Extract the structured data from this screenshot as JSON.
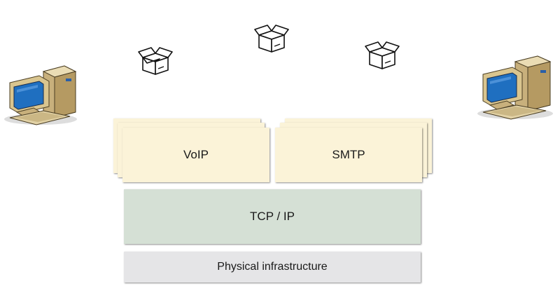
{
  "stack": {
    "application_layers": [
      {
        "id": "voip",
        "label": "VoIP"
      },
      {
        "id": "smtp",
        "label": "SMTP"
      }
    ],
    "transport_layer": {
      "label": "TCP / IP"
    },
    "physical_layer": {
      "label": "Physical infrastructure"
    }
  },
  "colors": {
    "application": "#fbf3d8",
    "transport": "#d5e0d5",
    "physical": "#e5e5e7",
    "monitor_screen": "#1f6fc0",
    "computer_body": "#dcc89a"
  },
  "icons": {
    "left_computer": "desktop-computer-icon",
    "right_computer": "desktop-computer-icon",
    "packets": [
      "package-box-icon",
      "package-box-icon",
      "package-box-icon"
    ]
  }
}
